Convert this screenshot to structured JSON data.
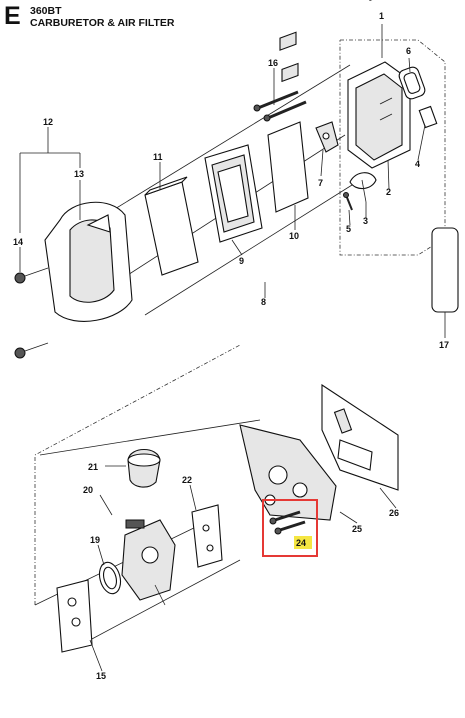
{
  "header": {
    "section_letter": "E",
    "model": "360BT",
    "title": "CARBURETOR & AIR FILTER"
  },
  "callouts": {
    "n1": "1",
    "n2": "2",
    "n3": "3",
    "n4": "4",
    "n5": "5",
    "n6": "6",
    "n7": "7",
    "n8": "8",
    "n9": "9",
    "n10": "10",
    "n11": "11",
    "n12": "12",
    "n13": "13",
    "n14": "14",
    "n15": "15",
    "n16": "16",
    "n17": "17",
    "n19": "19",
    "n20": "20",
    "n21": "21",
    "n22": "22",
    "n24": "24",
    "n25": "25",
    "n26": "26"
  },
  "colors": {
    "highlight_box": "#e53935",
    "highlight_label_bg": "#f5e642"
  }
}
